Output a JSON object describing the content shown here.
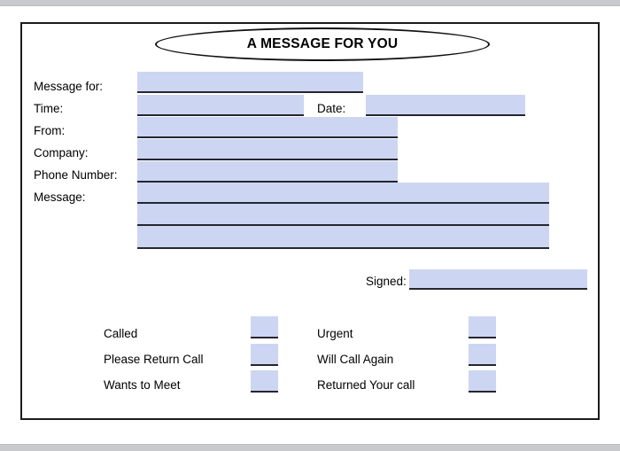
{
  "title": "A MESSAGE FOR YOU",
  "fields": {
    "message_for": {
      "label": "Message for:",
      "value": ""
    },
    "time": {
      "label": "Time:",
      "value": ""
    },
    "date": {
      "label": "Date:",
      "value": ""
    },
    "from": {
      "label": "From:",
      "value": ""
    },
    "company": {
      "label": "Company:",
      "value": ""
    },
    "phone_number": {
      "label": "Phone Number:",
      "value": ""
    },
    "message": {
      "label": "Message:",
      "value": ""
    },
    "signed": {
      "label": "Signed:",
      "value": ""
    }
  },
  "checkboxes": {
    "left": [
      {
        "label": "Called",
        "checked": false
      },
      {
        "label": "Please Return Call",
        "checked": false
      },
      {
        "label": "Wants to Meet",
        "checked": false
      }
    ],
    "right": [
      {
        "label": "Urgent",
        "checked": false
      },
      {
        "label": "Will Call Again",
        "checked": false
      },
      {
        "label": "Returned Your call",
        "checked": false
      }
    ]
  },
  "colors": {
    "field_bg": "#ccd6f3",
    "underline": "#26262e",
    "band": "#c8c9cd",
    "border": "#1c1c1c"
  }
}
